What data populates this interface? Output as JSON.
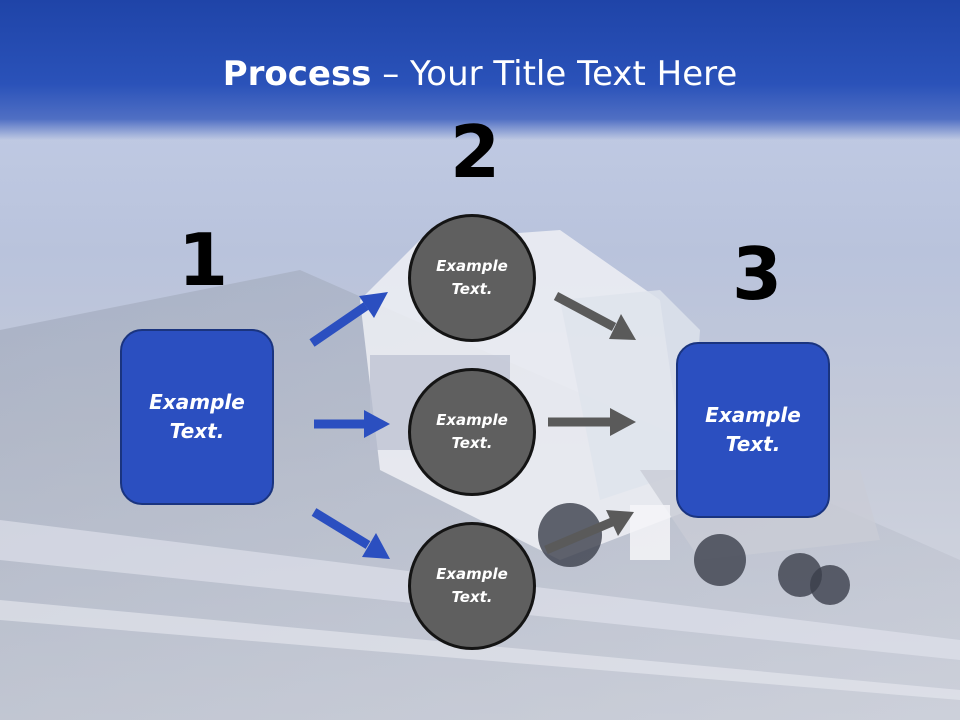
{
  "title": {
    "bold": "Process",
    "rest": " – Your Title Text Here"
  },
  "steps": {
    "one": "1",
    "two": "2",
    "three": "3"
  },
  "left_box": {
    "line1": "Example",
    "line2": "Text."
  },
  "right_box": {
    "line1": "Example",
    "line2": "Text."
  },
  "circles": [
    {
      "line1": "Example",
      "line2": "Text."
    },
    {
      "line1": "Example",
      "line2": "Text."
    },
    {
      "line1": "Example",
      "line2": "Text."
    }
  ],
  "colors": {
    "title_band": "#2a52b9",
    "box_fill": "#2b4fc0",
    "circle_fill": "#5f5f5f",
    "blue_arrow": "#2b4fc0",
    "gray_arrow": "#5a5a5a"
  }
}
